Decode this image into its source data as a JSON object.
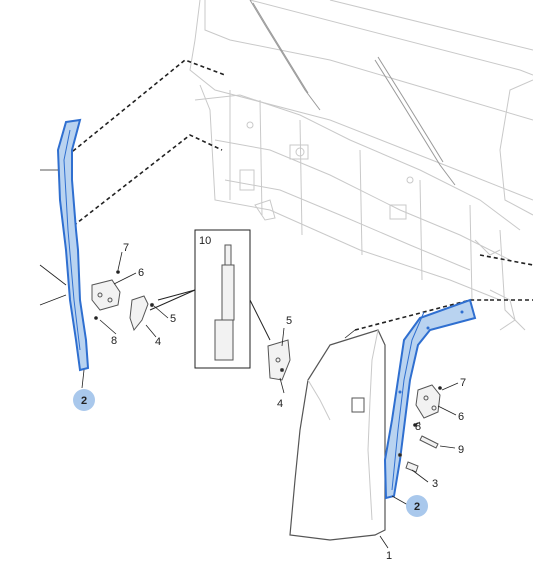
{
  "colors": {
    "line": "#c9c9c9",
    "part_line": "#555555",
    "highlight": "#2f6fd0",
    "highlight_fill": "#b9d3f0",
    "callout_fill": "#a9c8ec",
    "leader": "#222222"
  },
  "labels": {
    "part1": "1",
    "part2_left": "2",
    "part2_right": "2",
    "part3": "3",
    "part4_left": "4",
    "part4_center": "4",
    "part5_left": "5",
    "part5_center": "5",
    "part6_left": "6",
    "part6_right": "6",
    "part7_left": "7",
    "part7_right": "7",
    "part8_left": "8",
    "part8_right": "8",
    "part9": "9",
    "part10": "10"
  }
}
